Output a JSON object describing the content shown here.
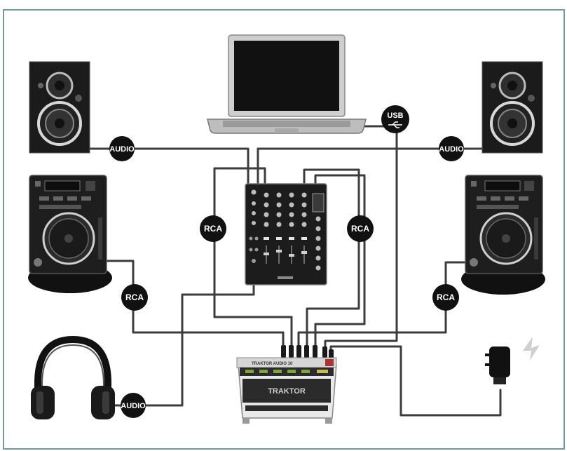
{
  "labels": {
    "audio_left": "AUDIO",
    "audio_right": "AUDIO",
    "usb": "USB",
    "rca_mixer_left": "RCA",
    "rca_mixer_right": "RCA",
    "rca_deck_left": "RCA",
    "rca_deck_right": "RCA",
    "audio_headphones": "AUDIO"
  },
  "interface": {
    "brand": "TRAKTOR",
    "header": "TRAKTOR AUDIO 10"
  },
  "colors": {
    "frame": "#6f9aa0",
    "cable": "#3c3c3c",
    "badge": "#111111",
    "device_dark": "#1a1a1a",
    "device_mid": "#444444",
    "interface_body": "#e9e9e9",
    "interface_panel": "#2b2b2b"
  },
  "icons": [
    "speaker-icon",
    "laptop-icon",
    "turntable-icon",
    "mixer-icon",
    "headphones-icon",
    "audio-interface-icon",
    "power-adapter-icon",
    "usb-icon"
  ]
}
